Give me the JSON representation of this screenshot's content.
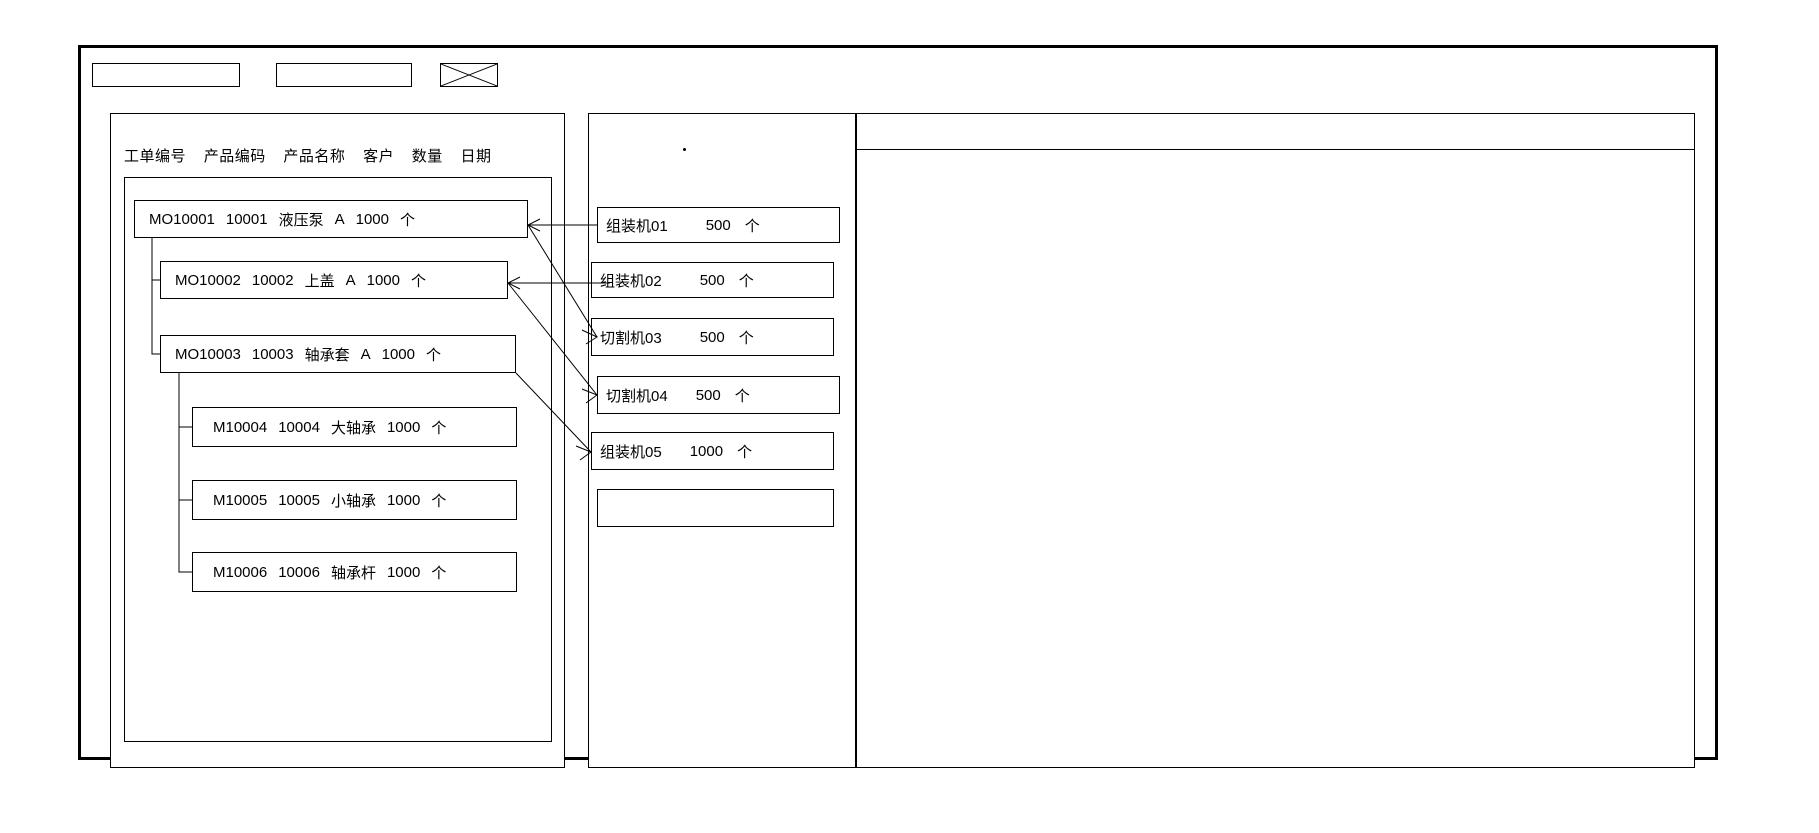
{
  "window": {
    "title": ""
  },
  "toolbar": {
    "boxes": [
      {
        "name": "toolbar-field-1",
        "value": ""
      },
      {
        "name": "toolbar-field-2",
        "value": ""
      },
      {
        "name": "toolbar-image-placeholder",
        "value": "",
        "icon": "crossed-box-icon"
      }
    ]
  },
  "left_panel": {
    "column_headers": [
      "工单编号",
      "产品编码",
      "产品名称",
      "客户",
      "数量",
      "日期"
    ],
    "rows": [
      {
        "level": 0,
        "order_no": "MO10001",
        "product_code": "10001",
        "product_name": "液压泵",
        "customer": "A",
        "qty": "1000",
        "unit": "个"
      },
      {
        "level": 1,
        "order_no": "MO10002",
        "product_code": "10002",
        "product_name": "上盖",
        "customer": "A",
        "qty": "1000",
        "unit": "个"
      },
      {
        "level": 1,
        "order_no": "MO10003",
        "product_code": "10003",
        "product_name": "轴承套",
        "customer": "A",
        "qty": "1000",
        "unit": "个"
      },
      {
        "level": 2,
        "order_no": "M10004",
        "product_code": "10004",
        "product_name": "大轴承",
        "customer": "",
        "qty": "1000",
        "unit": "个"
      },
      {
        "level": 2,
        "order_no": "M10005",
        "product_code": "10005",
        "product_name": "小轴承",
        "customer": "",
        "qty": "1000",
        "unit": "个"
      },
      {
        "level": 2,
        "order_no": "M10006",
        "product_code": "10006",
        "product_name": "轴承杆",
        "customer": "",
        "qty": "1000",
        "unit": "个"
      }
    ]
  },
  "mid_panel": {
    "rows": [
      {
        "machine": "组装机01",
        "qty": "500",
        "unit": "个"
      },
      {
        "machine": "组装机02",
        "qty": "500",
        "unit": "个"
      },
      {
        "machine": "切割机03",
        "qty": "500",
        "unit": "个"
      },
      {
        "machine": "切割机04",
        "qty": "500",
        "unit": "个"
      },
      {
        "machine": "组装机05",
        "qty": "1000",
        "unit": "个"
      },
      {
        "machine": "",
        "qty": "",
        "unit": ""
      }
    ]
  },
  "right_panel": {
    "header_cells": [],
    "rows": []
  },
  "colors": {
    "stroke": "#000000",
    "background": "#ffffff"
  }
}
